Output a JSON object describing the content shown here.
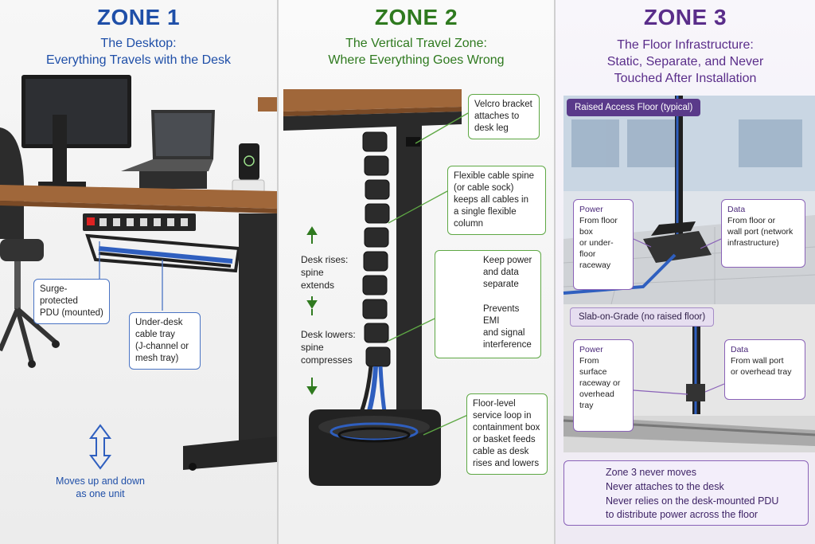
{
  "zone1": {
    "title": "ZONE 1",
    "subtitle_line1": "The Desktop:",
    "subtitle_line2": "Everything Travels with the Desk",
    "callout_pdu": [
      "Surge-protected",
      "PDU (mounted)"
    ],
    "callout_tray": [
      "Under-desk",
      "cable tray",
      "(J-channel or",
      "mesh tray)"
    ],
    "moves_text": [
      "Moves up and down",
      "as one unit"
    ]
  },
  "zone2": {
    "title": "ZONE 2",
    "subtitle_line1": "The Vertical Travel Zone:",
    "subtitle_line2": "Where Everything Goes Wrong",
    "callout_velcro": [
      "Velcro bracket",
      "attaches to",
      "desk leg"
    ],
    "callout_spine": [
      "Flexible cable spine",
      "(or cable sock)",
      "keeps all cables in",
      "a single flexible",
      "column"
    ],
    "callout_separate": [
      "Keep power",
      "and data",
      "separate"
    ],
    "callout_emi": [
      "Prevents EMI",
      "and signal",
      "interference"
    ],
    "callout_loop": [
      "Floor-level",
      "service loop in",
      "containment box",
      "or basket feeds",
      "cable as desk",
      "rises and lowers"
    ],
    "desk_rises": [
      "Desk rises:",
      "spine",
      "extends"
    ],
    "desk_lowers": [
      "Desk lowers:",
      "spine",
      "compresses"
    ]
  },
  "zone3": {
    "title": "ZONE 3",
    "subtitle_line1": "The Floor Infrastructure:",
    "subtitle_line2": "Static, Separate, and Never",
    "subtitle_line3": "Touched After Installation",
    "raised_floor": {
      "title": "Raised Access Floor (typical)",
      "power_head": "Power",
      "power_text": [
        "From floor box",
        "or under-floor",
        "raceway"
      ],
      "data_head": "Data",
      "data_text": [
        "From floor or",
        "wall port (network",
        "infrastructure)"
      ]
    },
    "slab": {
      "title": "Slab-on-Grade (no raised floor)",
      "power_head": "Power",
      "power_text": [
        "From surface",
        "raceway or",
        "overhead tray"
      ],
      "data_head": "Data",
      "data_text": [
        "From wall port",
        "or overhead tray"
      ]
    },
    "note": [
      "Zone 3 never moves",
      "Never attaches to the desk",
      "Never relies on the desk-mounted PDU",
      "to distribute power across the floor"
    ]
  },
  "colors": {
    "zone1": "#1f4fa8",
    "zone2": "#2f7a1f",
    "zone3": "#5a2d8a",
    "desk_wood": "#a0673a",
    "frame": "#2a2a2a",
    "cable_blue": "#2f5fbf"
  }
}
